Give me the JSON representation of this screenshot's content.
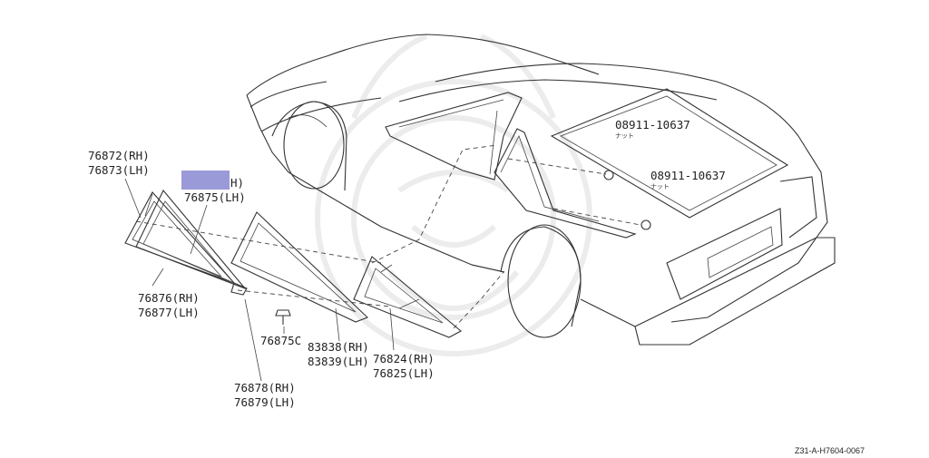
{
  "labels": {
    "glass_outer_rh": "76872(RH)",
    "glass_outer_lh": "76873(LH)",
    "highlight_partial": "H)",
    "part_76875": "76875(LH)",
    "seal_rh": "76876(RH)",
    "seal_lh": "76877(LH)",
    "clip": "76875C",
    "finisher_rh": "76878(RH)",
    "finisher_lh": "76879(LH)",
    "moulding_rh": "83838(RH)",
    "moulding_lh": "83839(LH)",
    "window_rh": "76824(RH)",
    "window_lh": "76825(LH)",
    "nut_upper": "08911-10637",
    "nut_upper_kana": "ナット",
    "nut_lower": "08911-10637",
    "nut_lower_kana": "ナット",
    "diagram_code": "Z31-A-H7604-0067"
  },
  "colors": {
    "highlight": "#9a9ad8",
    "line": "#333333",
    "watermark": "#ececec"
  }
}
